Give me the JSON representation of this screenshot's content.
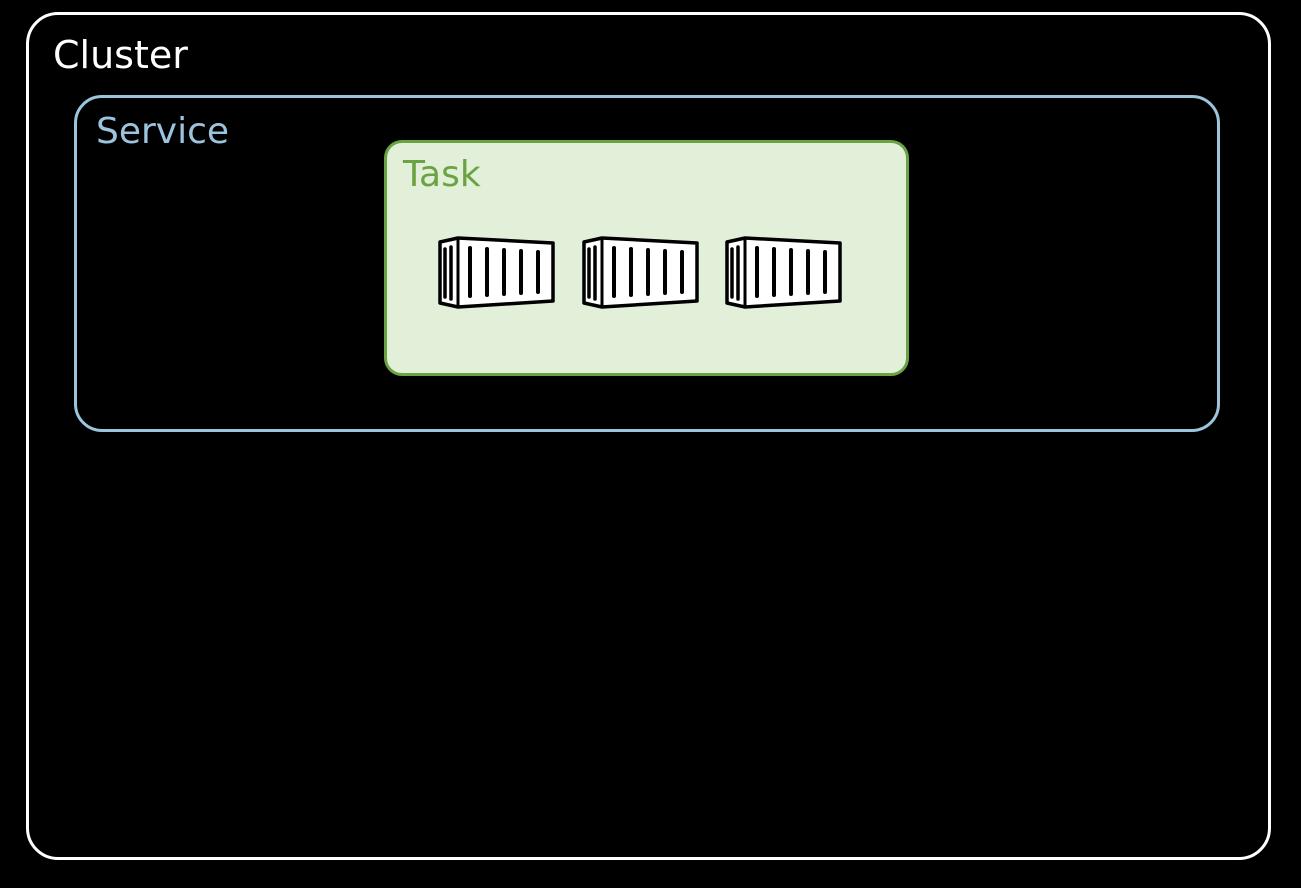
{
  "cluster": {
    "label": "Cluster",
    "color": "#ffffff"
  },
  "service": {
    "label": "Service",
    "color": "#9cc4de"
  },
  "task": {
    "label": "Task",
    "color": "#6aa343",
    "fill": "#e2efd9",
    "containers": [
      {
        "icon": "shipping-container-icon"
      },
      {
        "icon": "shipping-container-icon"
      },
      {
        "icon": "shipping-container-icon"
      }
    ]
  },
  "background": "#000000"
}
